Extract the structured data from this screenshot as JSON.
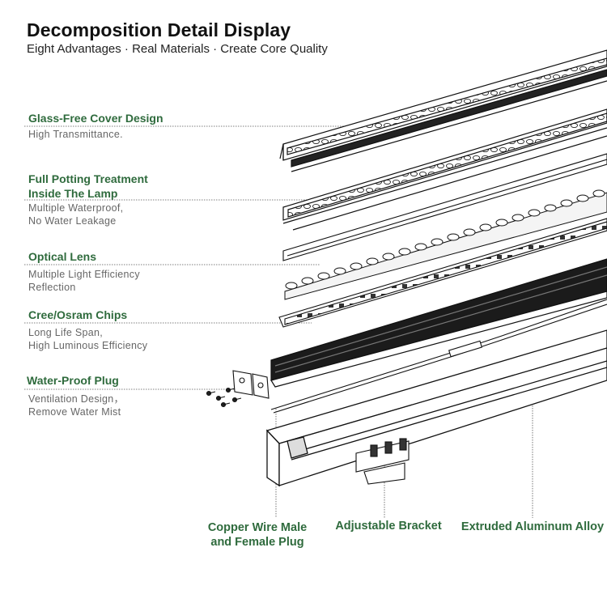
{
  "header": {
    "title": "Decomposition Detail Display",
    "subtitle": "Eight Advantages · Real Materials · Create Core Quality"
  },
  "features": [
    {
      "title": "Glass-Free Cover Design",
      "desc": [
        "High Transmittance."
      ]
    },
    {
      "title": [
        "Full Potting Treatment",
        "Inside The Lamp"
      ],
      "desc": [
        "Multiple Waterproof,",
        "No Water Leakage"
      ]
    },
    {
      "title": "Optical Lens",
      "desc": [
        "Multiple Light Efficiency",
        "Reflection"
      ]
    },
    {
      "title": "Cree/Osram Chips",
      "desc": [
        "Long Life Span,",
        "High Luminous Efficiency"
      ]
    },
    {
      "title": "Water-Proof Plug",
      "desc": [
        "Ventilation Design，",
        "Remove  Water Mist"
      ]
    }
  ],
  "bottom_labels": {
    "copper": [
      "Copper Wire Male",
      "and Female Plug"
    ],
    "bracket": "Adjustable Bracket",
    "aluminum": "Extruded Aluminum  Alloy"
  },
  "colors": {
    "accent": "#2f6b3d",
    "line": "#222222",
    "muted": "#666666"
  }
}
